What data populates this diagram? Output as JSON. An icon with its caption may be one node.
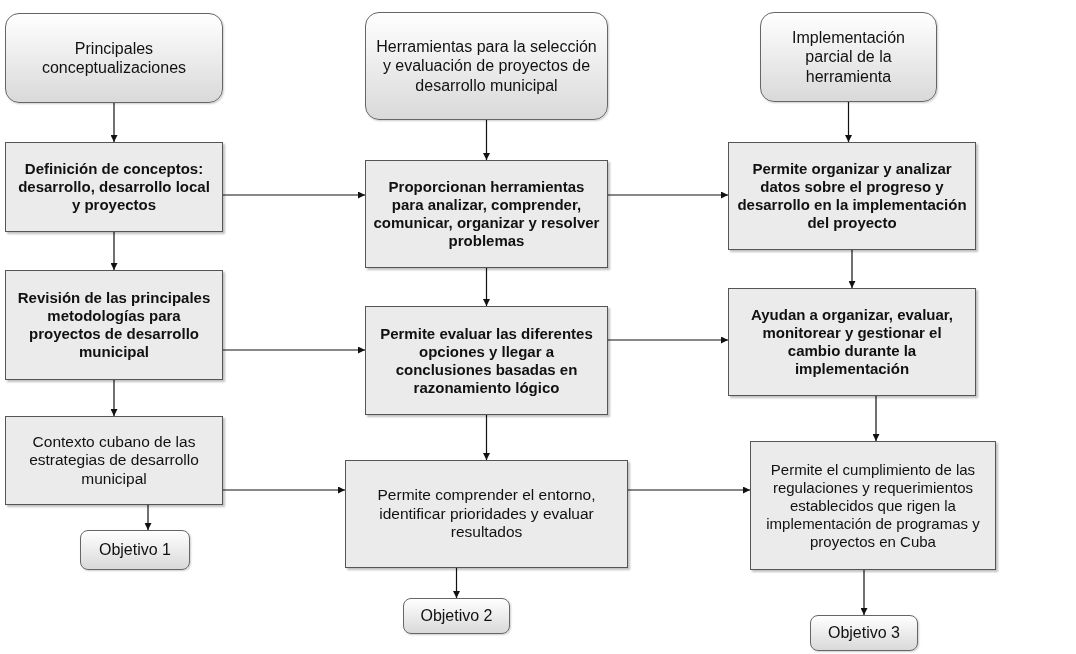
{
  "diagram": {
    "nodes": [
      {
        "text": [
          "Principales conceptualizaciones"
        ]
      },
      {
        "text": [
          "Herramientas para la selección y evaluación de proyectos de desarrollo municipal"
        ]
      },
      {
        "text": [
          "Implementación parcial de la herramienta"
        ]
      },
      {
        "text": [
          "Definición de conceptos: desarrollo, desarrollo local y proyectos"
        ]
      },
      {
        "text": [
          "Proporcionan herramientas para analizar, comprender, comunicar, organizar y resolver problemas"
        ]
      },
      {
        "text": [
          "Permite organizar y analizar datos sobre el progreso y desarrollo en la implementación del proyecto"
        ]
      },
      {
        "text": [
          "Revisión de las principales metodologías para proyectos de desarrollo municipal"
        ]
      },
      {
        "text": [
          "Permite evaluar las diferentes opciones y llegar a conclusiones basadas en razonamiento lógico"
        ]
      },
      {
        "text": [
          "Ayudan a organizar, evaluar, monitorear y gestionar el cambio durante la implementación"
        ]
      },
      {
        "text": [
          "Contexto cubano de las estrategias de desarrollo municipal"
        ]
      },
      {
        "text": [
          "Permite comprender el entorno, identificar prioridades y evaluar resultados"
        ]
      },
      {
        "text": [
          "Permite el cumplimiento de las regulaciones y requerimientos establecidos que rigen la implementación de programas y proyectos en Cuba"
        ]
      },
      {
        "text": [
          "Objetivo 1"
        ]
      },
      {
        "text": [
          "Objetivo 2"
        ]
      },
      {
        "text": [
          "Objetivo 3"
        ]
      }
    ],
    "edges": [
      {
        "from": 0,
        "to": 3,
        "arrow": "to"
      },
      {
        "from": 3,
        "to": 6,
        "arrow": "to"
      },
      {
        "from": 6,
        "to": 9,
        "arrow": "to"
      },
      {
        "from": 9,
        "to": 12,
        "arrow": "to"
      },
      {
        "from": 1,
        "to": 4,
        "arrow": "to"
      },
      {
        "from": 4,
        "to": 7,
        "arrow": "to"
      },
      {
        "from": 7,
        "to": 10,
        "arrow": "to"
      },
      {
        "from": 10,
        "to": 13,
        "arrow": "to"
      },
      {
        "from": 2,
        "to": 5,
        "arrow": "to"
      },
      {
        "from": 5,
        "to": 8,
        "arrow": "to"
      },
      {
        "from": 8,
        "to": 11,
        "arrow": "to"
      },
      {
        "from": 11,
        "to": 14,
        "arrow": "to"
      },
      {
        "from": 3,
        "to": 4,
        "arrow": "to"
      },
      {
        "from": 4,
        "to": 5,
        "arrow": "to"
      },
      {
        "from": 6,
        "to": 7,
        "arrow": "to"
      },
      {
        "from": 7,
        "to": 8,
        "arrow": "to"
      },
      {
        "from": 9,
        "to": 10,
        "arrow": "to"
      },
      {
        "from": 10,
        "to": 11,
        "arrow": "to"
      }
    ]
  }
}
